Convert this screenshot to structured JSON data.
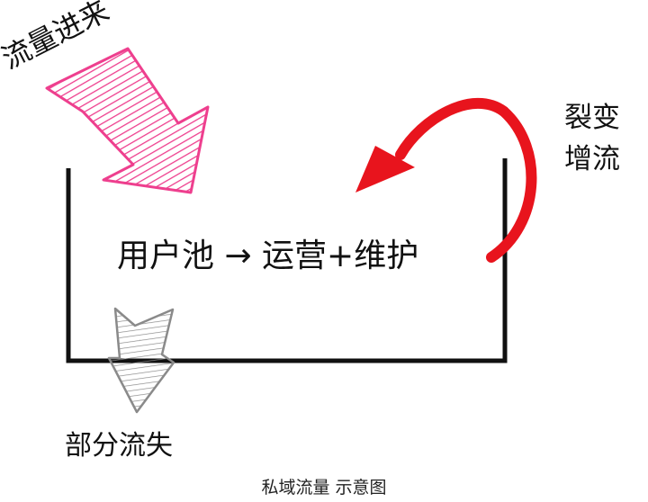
{
  "labels": {
    "traffic_in": "流量进来",
    "pool_flow": "用户池 → 运营+维护",
    "fission_line1": "裂变",
    "fission_line2": "增流",
    "traffic_loss": "部分流失",
    "caption": "私域流量 示意图"
  },
  "colors": {
    "inflow_arrow": "#ee3f8e",
    "outflow_arrow": "#8a8a8a",
    "fission_arrow": "#e8141d",
    "container": "#111111"
  }
}
